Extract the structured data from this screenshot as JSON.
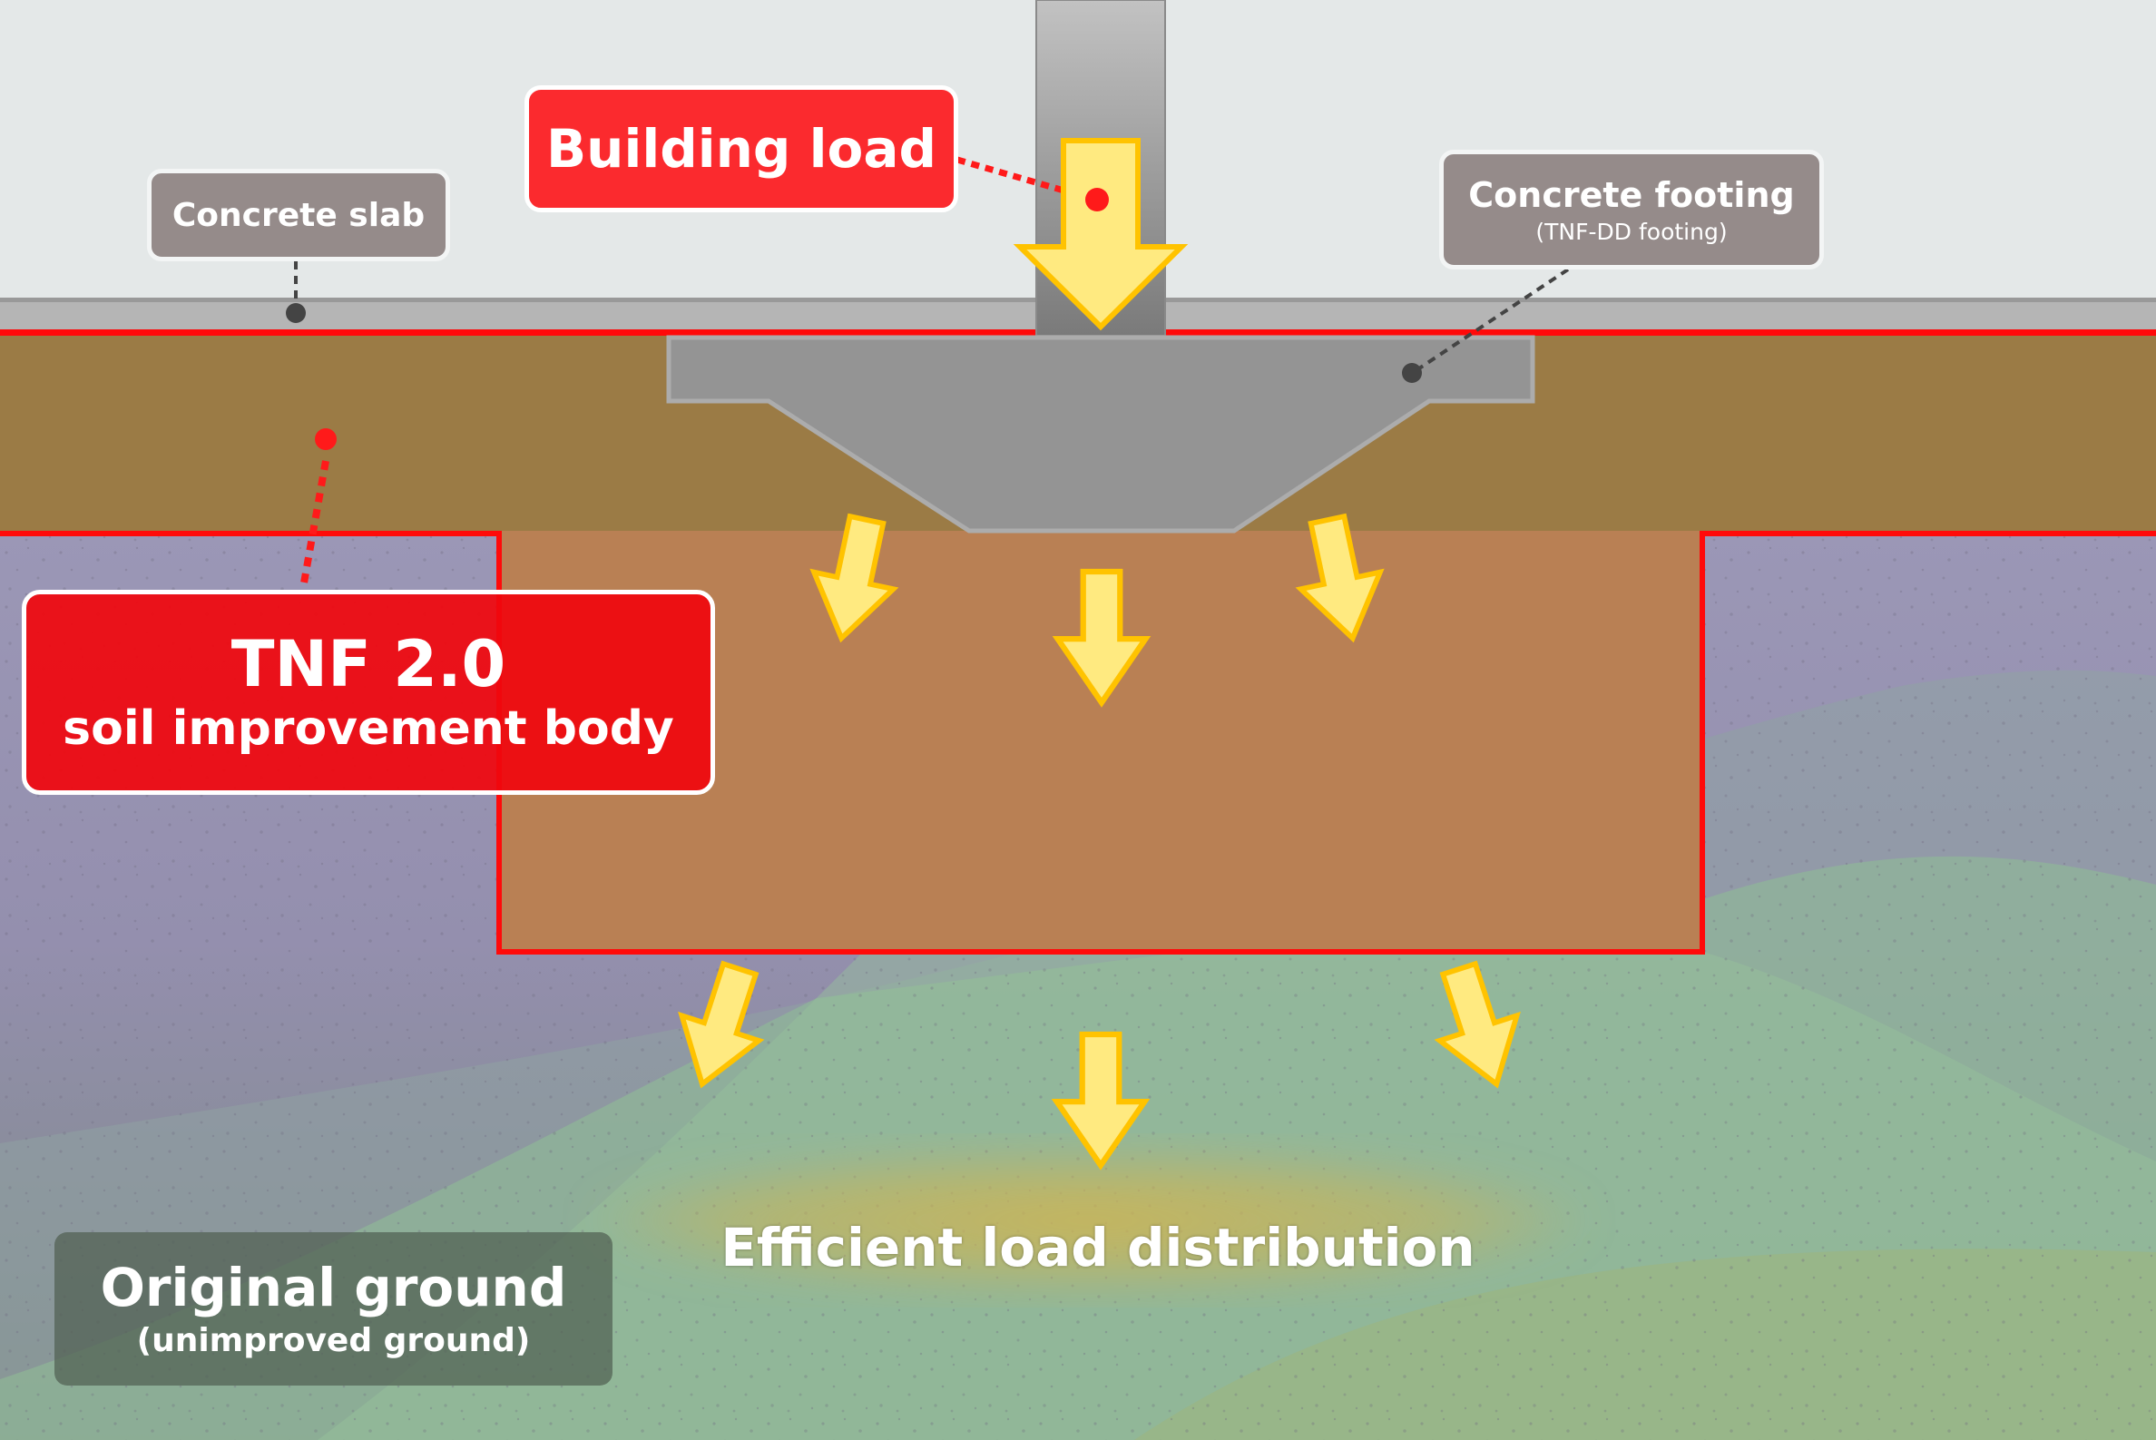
{
  "title": "TNF 2.0 soil improvement load distribution diagram",
  "labels": {
    "building_load": "Building load",
    "concrete_slab": "Concrete slab",
    "concrete_footing": "Concrete footing",
    "concrete_footing_sub": "(TNF-DD footing)",
    "tnf_title": "TNF 2.0",
    "tnf_sub": "soil improvement body",
    "efficient": "Efficient load distribution",
    "original_ground": "Original ground",
    "original_ground_sub": "(unimproved ground)"
  },
  "colors": {
    "sky": "#e4e8e8",
    "slab": "#b5b5b5",
    "boundary_red": "#ff0a0a",
    "topsoil": "#9b7b45",
    "improvement_body": "#b98054",
    "footing": "#949494",
    "arrow_fill": "#ffea80",
    "arrow_stroke": "#ffc300",
    "ground_purple": "#9a95b3",
    "ground_green": "#8fb893",
    "highlight_yellow": "#c9b458"
  },
  "arrows": {
    "main_load": "down-arrow",
    "footing_spread": [
      "down-left-arrow",
      "down-arrow",
      "down-right-arrow"
    ],
    "body_spread": [
      "down-left-arrow",
      "down-arrow",
      "down-right-arrow"
    ]
  }
}
